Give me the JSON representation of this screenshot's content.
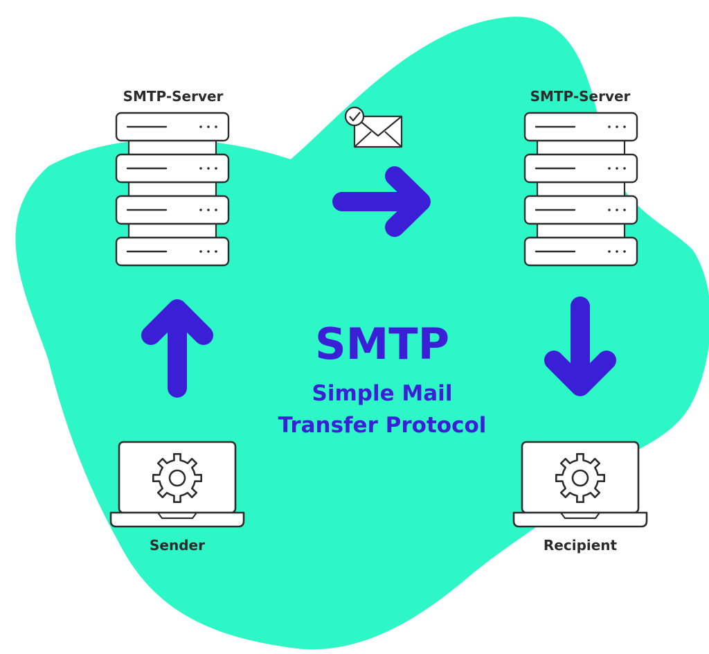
{
  "colors": {
    "blob": "#2df7c6",
    "accent": "#3a1fd6",
    "stroke": "#2b2b2b",
    "fill": "#ffffff"
  },
  "labels": {
    "left_server": "SMTP-Server",
    "right_server": "SMTP-Server",
    "sender": "Sender",
    "recipient": "Recipient"
  },
  "center": {
    "title": "SMTP",
    "subtitle_line1": "Simple Mail",
    "subtitle_line2": "Transfer Protocol"
  },
  "icons": {
    "server": "server-rack-icon",
    "laptop": "laptop-icon",
    "gear": "gear-icon",
    "mail": "envelope-check-icon",
    "arrow_up": "arrow-up-icon",
    "arrow_right": "arrow-right-icon",
    "arrow_down": "arrow-down-icon"
  }
}
